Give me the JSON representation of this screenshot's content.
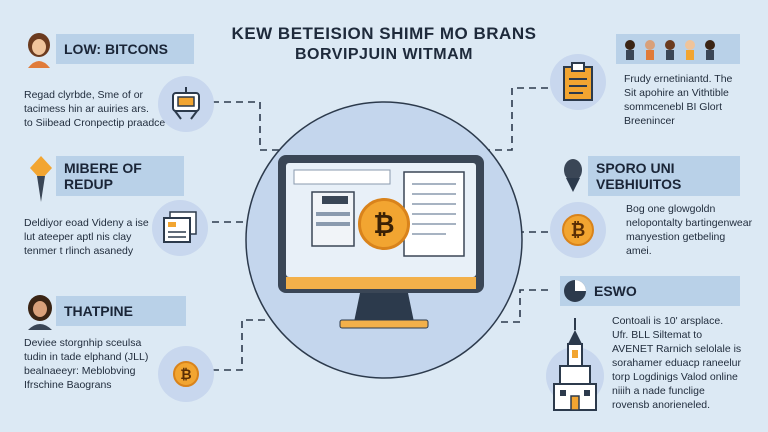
{
  "title": {
    "line1": "KEW BETEISION SHIMF MO BRANS",
    "line2": "BORVIPJUIN WITMAM"
  },
  "left": [
    {
      "label": "LOW: BITCONS",
      "text": [
        "Regad clyrbde,  Sme of or",
        "tacimess hin ar auiries ars.",
        "to Siibead Cronpectip praadce"
      ]
    },
    {
      "label_lines": [
        "MIBERE OF",
        "REDUP"
      ],
      "text": [
        "Deldiyor eoad Videny a ise",
        "lut ateeper aptl nis clay",
        "tenmer t rlinch asanedy"
      ]
    },
    {
      "label": "THATPINE",
      "text": [
        "Deviee storgnhip sceulsa",
        "tudin in tade elphand (JLL)",
        "bealnaeeyr:  Meblobving",
        "Ifrschine Baograns"
      ]
    }
  ],
  "right": [
    {
      "text": [
        "Frudy ernetiniantd.  The",
        "Sit apohire an Vithtible",
        "sommcenebl BI Glort",
        "Breenincer"
      ]
    },
    {
      "label_lines": [
        "SPORO UNI",
        "VEBHIUITOS"
      ],
      "text": [
        "Bog one glowgoldn",
        "nelopontalty bartingenwear",
        "manyestion getbeling",
        "amei."
      ]
    },
    {
      "label": "ESWO",
      "text": [
        "Contoali is 10' arsplace.",
        "Ufr. BLL Siltemat to",
        "AVENET Rarnich selolale is",
        "sorahamer eduacp raneelur",
        "torp Logdinigs Valod online",
        "niiih a nade funclige",
        "rovensb anorieneled."
      ]
    }
  ],
  "center": {
    "btc_symbol": "₿"
  },
  "colors": {
    "background": "#dce9f4",
    "label_box": "#b9d1e8",
    "bitcoin": "#f2a531",
    "monitor": "#3a4656"
  }
}
